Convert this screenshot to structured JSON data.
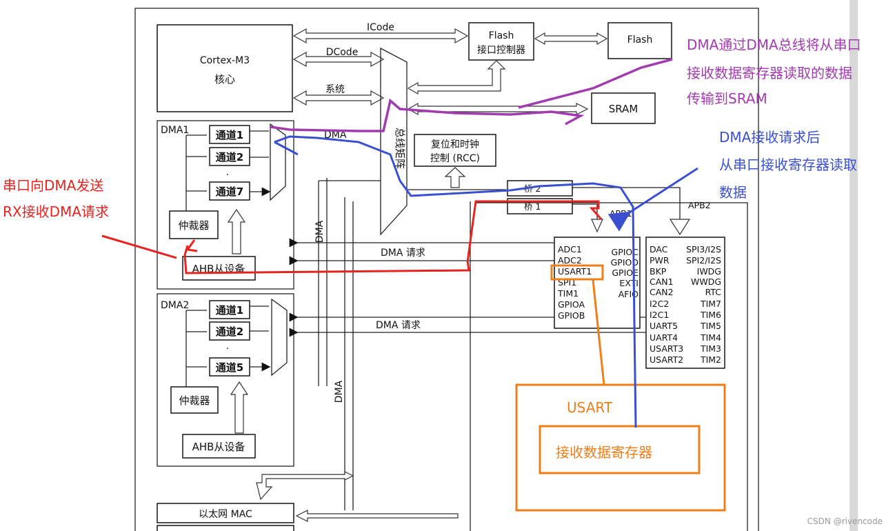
{
  "diagram": {
    "cortex": {
      "line1": "Cortex-M3",
      "line2": "核心"
    },
    "buses": {
      "icode": "ICode",
      "dcode": "DCode",
      "system": "系统",
      "dma": "DMA"
    },
    "flash_ctrl": {
      "line1": "Flash",
      "line2": "接口控制器"
    },
    "flash": "Flash",
    "sram": "SRAM",
    "bus_matrix": "总线矩阵",
    "rcc": {
      "line1": "复位和时钟",
      "line2": "控制 (RCC)"
    },
    "bridge2": "桥 2",
    "bridge1": "桥 1",
    "apb1": "APB1",
    "apb2": "APB2",
    "dma1": {
      "title": "DMA1",
      "channels": [
        "通道1",
        "通道2",
        "通道7"
      ],
      "arbiter": "仲裁器",
      "ahb_slave": "AHB从设备"
    },
    "dma2": {
      "title": "DMA2",
      "channels": [
        "通道1",
        "通道2",
        "通道5"
      ],
      "arbiter": "仲裁器",
      "ahb_slave": "AHB从设备"
    },
    "dma_request_1": "DMA  请求",
    "dma_request_2": "DMA  请求",
    "vertical_dma_1": "DMA",
    "vertical_dma_2": "DMA",
    "apb2_periph_left": [
      "ADC1",
      "ADC2",
      "USART1",
      "SPI1",
      "TIM1",
      "GPIOA",
      "GPIOB"
    ],
    "apb2_periph_right": [
      "GPIOC",
      "GPIOD",
      "GPIOE",
      "EXTI",
      "AFIO"
    ],
    "apb1_periph_left": [
      "DAC",
      "PWR",
      "BKP",
      "CAN1",
      "CAN2",
      "I2C2",
      "I2C1",
      "UART5",
      "UART4",
      "USART3",
      "USART2"
    ],
    "apb1_periph_right": [
      "SPI3/I2S",
      "SPI2/I2S",
      "IWDG",
      "WWDG",
      "RTC",
      "TIM7",
      "TIM6",
      "TIM5",
      "TIM4",
      "TIM3",
      "TIM2"
    ],
    "ethernet": "以太网 MAC"
  },
  "annotations": {
    "purple": [
      "DMA通过DMA总线将从串口",
      "接收数据寄存器读取的数据",
      "传输到SRAM"
    ],
    "blue": [
      "DMA接收请求后",
      "从串口接收寄存器读取",
      "数据"
    ],
    "red": [
      "串口向DMA发送",
      "RX接收DMA请求"
    ],
    "usart_box": "USART",
    "rx_register": "接收数据寄存器"
  },
  "colors": {
    "purple": "#a23ab0",
    "blue": "#3a4fd0",
    "red": "#e52420",
    "orange": "#f07e18"
  },
  "watermark": "CSDN @rivencode"
}
